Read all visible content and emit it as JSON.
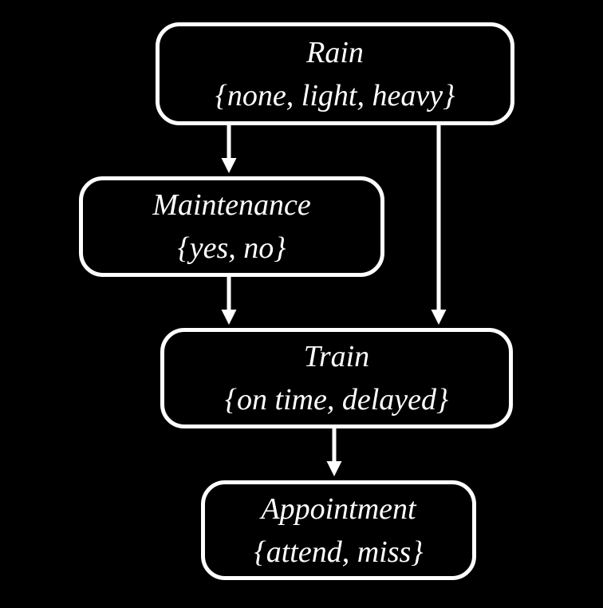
{
  "diagram": {
    "kind": "bayesian-network",
    "colors": {
      "background": "#000000",
      "node_fill": "#000000",
      "stroke": "#ffffff",
      "text": "#ffffff"
    },
    "nodes": [
      {
        "id": "rain",
        "name": "Rain",
        "values": "{none, light, heavy}"
      },
      {
        "id": "maintenance",
        "name": "Maintenance",
        "values": "{yes, no}"
      },
      {
        "id": "train",
        "name": "Train",
        "values": "{on time, delayed}"
      },
      {
        "id": "appointment",
        "name": "Appointment",
        "values": "{attend, miss}"
      }
    ],
    "edges": [
      {
        "from": "Rain",
        "to": "Maintenance"
      },
      {
        "from": "Rain",
        "to": "Train"
      },
      {
        "from": "Maintenance",
        "to": "Train"
      },
      {
        "from": "Train",
        "to": "Appointment"
      }
    ]
  }
}
